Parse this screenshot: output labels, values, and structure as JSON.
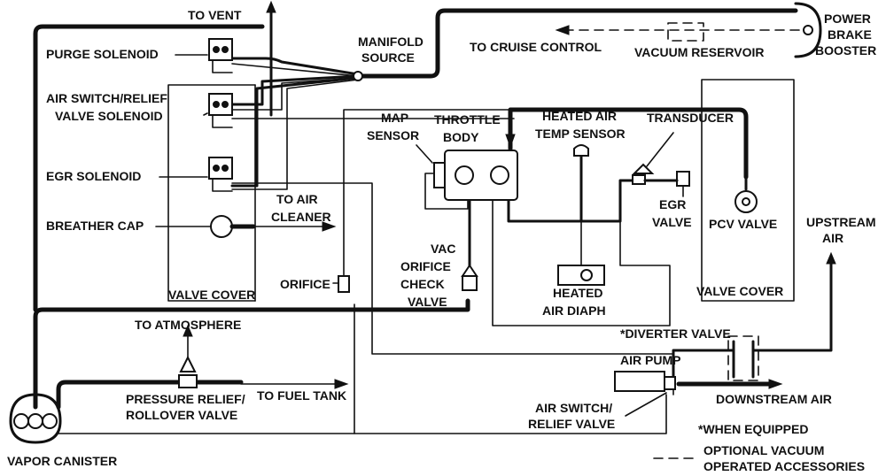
{
  "labels": {
    "to_vent": "TO VENT",
    "purge_solenoid": "PURGE SOLENOID",
    "air_switch_relief_1": "AIR SWITCH/RELIEF",
    "air_switch_relief_2": "VALVE SOLENOID",
    "egr_solenoid": "EGR SOLENOID",
    "breather_cap": "BREATHER CAP",
    "valve_cover_left": "VALVE COVER",
    "manifold_1": "MANIFOLD",
    "manifold_2": "SOURCE",
    "to_cruise_control": "TO CRUISE CONTROL",
    "vacuum_reservoir": "VACUUM RESERVOIR",
    "power_1": "POWER",
    "power_2": "BRAKE",
    "power_3": "BOOSTER",
    "map_1": "MAP",
    "map_2": "SENSOR",
    "throttle_1": "THROTTLE",
    "throttle_2": "BODY",
    "heated_air_1": "HEATED AIR",
    "heated_air_2": "TEMP SENSOR",
    "transducer": "TRANSDUCER",
    "egr_valve_1": "EGR",
    "egr_valve_2": "VALVE",
    "pcv_valve": "PCV VALVE",
    "upstream_1": "UPSTREAM",
    "upstream_2": "AIR",
    "valve_cover_right": "VALVE COVER",
    "to_air_1": "TO AIR",
    "to_air_2": "CLEANER",
    "orifice": "ORIFICE",
    "vac_1": "VAC",
    "vac_2": "ORIFICE",
    "vac_3": "CHECK",
    "vac_4": "VALVE",
    "heated_diaph_1": "HEATED",
    "heated_diaph_2": "AIR DIAPH",
    "to_atmosphere": "TO ATMOSPHERE",
    "diverter_valve": "*DIVERTER VALVE",
    "air_pump": "AIR PUMP",
    "pressure_1": "PRESSURE RELIEF/",
    "pressure_2": "ROLLOVER VALVE",
    "to_fuel_tank": "TO FUEL TANK",
    "downstream_air": "DOWNSTREAM AIR",
    "air_switch_valve_1": "AIR SWITCH/",
    "air_switch_valve_2": "RELIEF VALVE",
    "vapor_canister": "VAPOR CANISTER",
    "when_equipped": "*WHEN EQUIPPED",
    "optional_1": "OPTIONAL VACUUM",
    "optional_2": "OPERATED ACCESSORIES"
  }
}
